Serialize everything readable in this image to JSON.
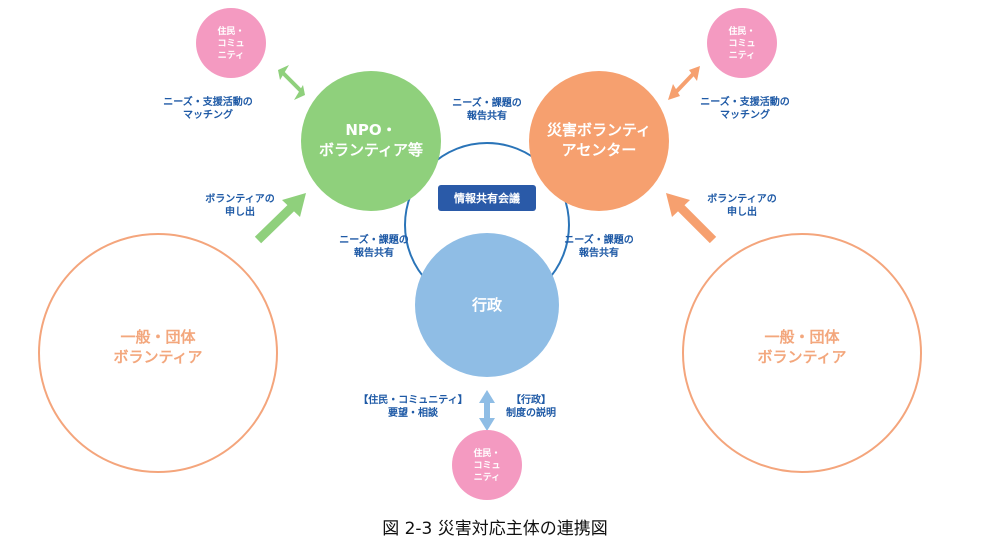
{
  "colors": {
    "npo": "#8fd07c",
    "center": "#f6a06f",
    "gov": "#8fbde5",
    "resident": "#f49ac1",
    "general_outline": "#f4a57c",
    "council": "#2a5aa8",
    "ring": "#2a74b8",
    "label": "#1f5aa6",
    "arrow_green": "#8fd07c",
    "arrow_orange": "#f6a06f",
    "arrow_blue": "#8fbde5"
  },
  "nodes": {
    "npo": {
      "line1": "NPO・",
      "line2": "ボランティア等"
    },
    "center": {
      "line1": "災害ボランティ",
      "line2": "アセンター"
    },
    "gov": {
      "label": "行政"
    },
    "council": {
      "label": "情報共有会議"
    },
    "resident_tl": {
      "line1": "住民・",
      "line2": "コミュ",
      "line3": "ニティ"
    },
    "resident_tr": {
      "line1": "住民・",
      "line2": "コミュ",
      "line3": "ニティ"
    },
    "resident_bottom": {
      "line1": "住民・",
      "line2": "コミュ",
      "line3": "ニティ"
    },
    "general_left": {
      "line1": "一般・団体",
      "line2": "ボランティア"
    },
    "general_right": {
      "line1": "一般・団体",
      "line2": "ボランティア"
    }
  },
  "labels": {
    "matching_left": {
      "line1": "ニーズ・支援活動の",
      "line2": "マッチング"
    },
    "matching_right": {
      "line1": "ニーズ・支援活動の",
      "line2": "マッチング"
    },
    "apply_left": {
      "line1": "ボランティアの",
      "line2": "申し出"
    },
    "apply_right": {
      "line1": "ボランティアの",
      "line2": "申し出"
    },
    "report_top": {
      "line1": "ニーズ・課題の",
      "line2": "報告共有"
    },
    "report_left": {
      "line1": "ニーズ・課題の",
      "line2": "報告共有"
    },
    "report_right": {
      "line1": "ニーズ・課題の",
      "line2": "報告共有"
    },
    "resident_request": {
      "line1": "【住民・コミュニティ】",
      "line2": "要望・相談"
    },
    "gov_explain": {
      "line1": "【行政】",
      "line2": "制度の説明"
    }
  },
  "caption": "図 2-3  災害対応主体の連携図"
}
